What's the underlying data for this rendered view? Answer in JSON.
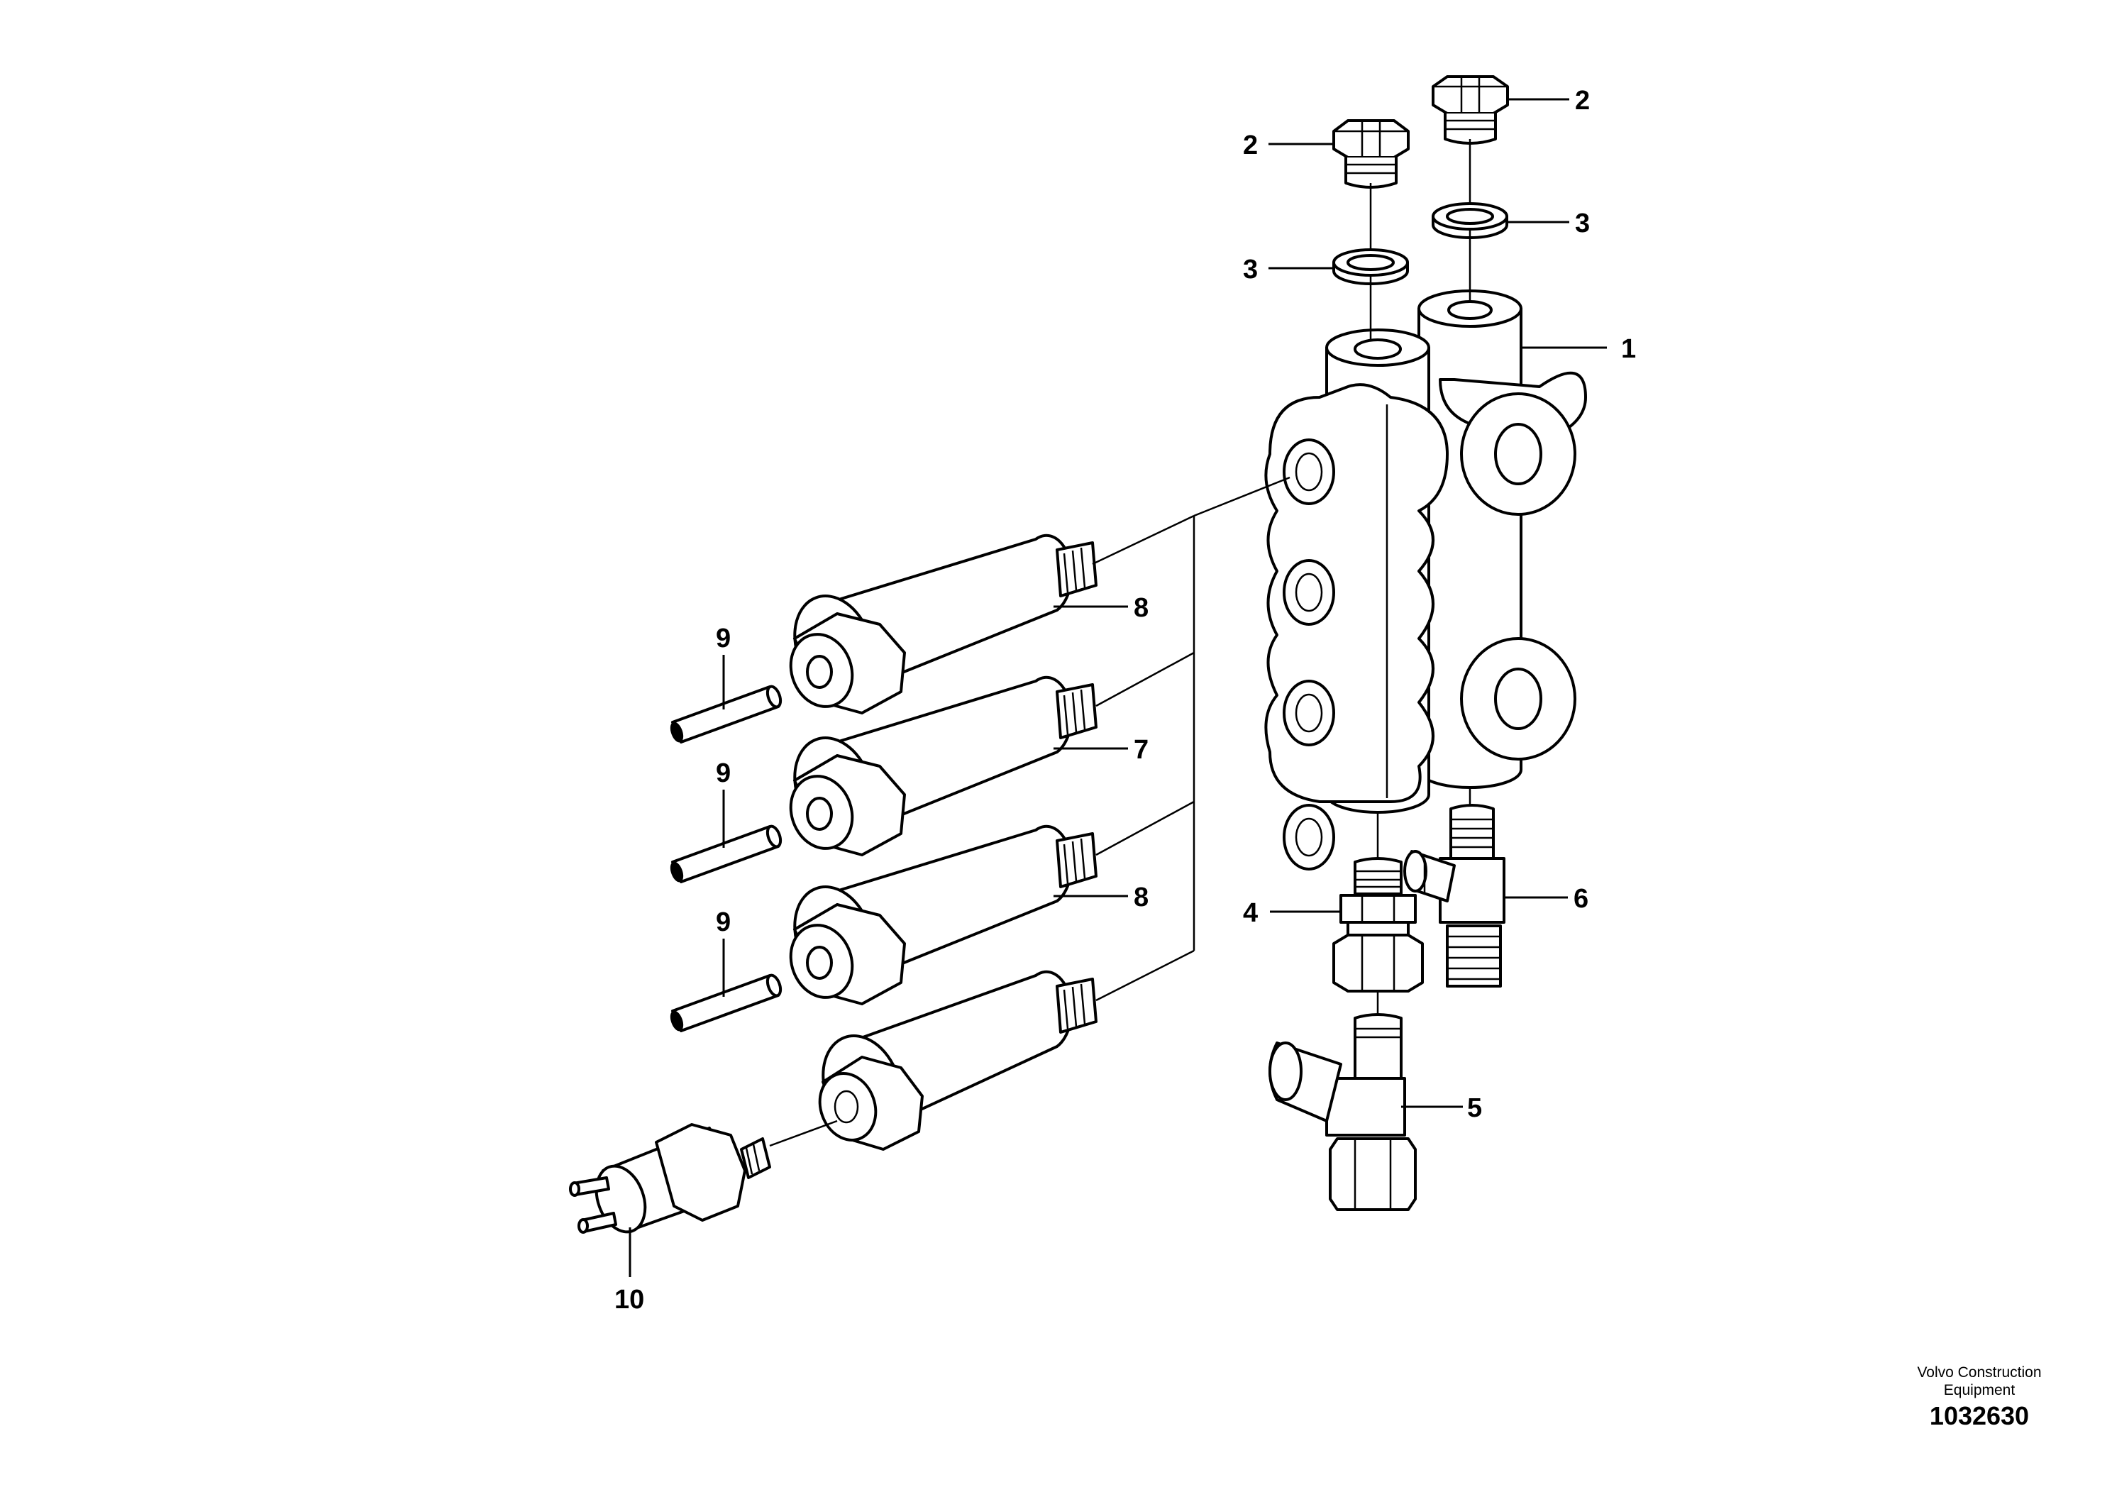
{
  "callouts": {
    "c1": "1",
    "c2a": "2",
    "c2b": "2",
    "c3a": "3",
    "c3b": "3",
    "c4": "4",
    "c5": "5",
    "c6": "6",
    "c7": "7",
    "c8a": "8",
    "c8b": "8",
    "c9a": "9",
    "c9b": "9",
    "c9c": "9",
    "c10": "10"
  },
  "footer": {
    "brand_line1": "Volvo Construction",
    "brand_line2": "Equipment",
    "drawing_number": "1032630"
  }
}
